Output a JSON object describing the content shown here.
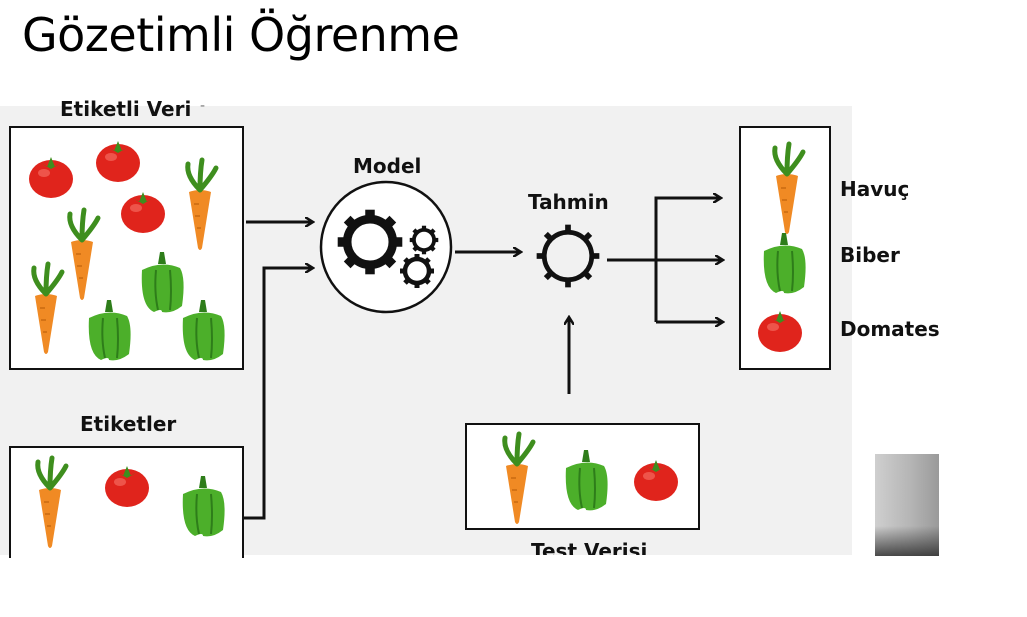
{
  "title": "Gözetimli Öğrenme",
  "labels": {
    "labeled_data": "Etiketli Veri",
    "labels": "Etiketler",
    "model": "Model",
    "prediction": "Tahmin",
    "test_data": "Test Verisi"
  },
  "outputs": [
    "Havuç",
    "Biber",
    "Domates"
  ],
  "colors": {
    "tomato": "#e0241c",
    "carrot": "#f08a24",
    "pepper": "#4caf2a",
    "leaf": "#3e8e1e",
    "line": "#111111"
  }
}
